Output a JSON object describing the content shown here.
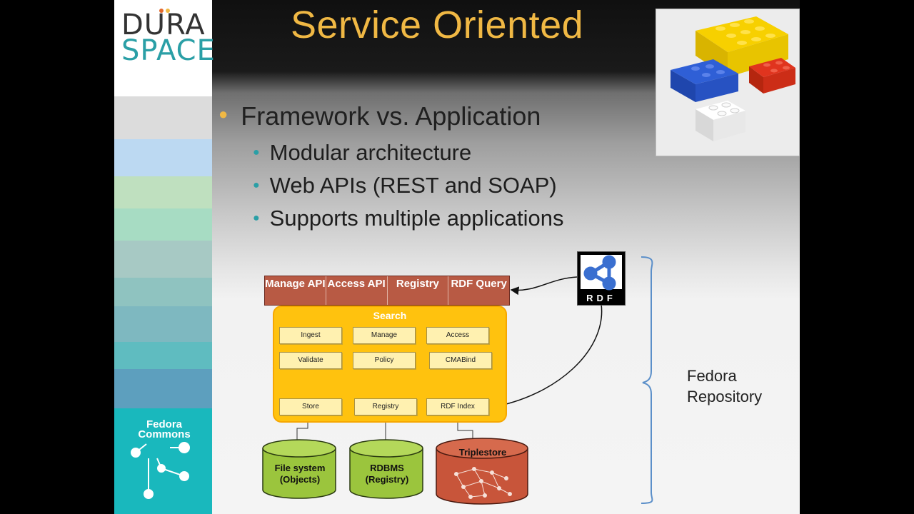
{
  "slide": {
    "title": "Service Oriented",
    "bullet_main": "Framework vs. Application",
    "bullets": [
      "Modular architecture",
      "Web APIs (REST and SOAP)",
      "Supports multiple applications"
    ]
  },
  "logos": {
    "dura": "DURA",
    "space": "SPACE",
    "fedora_commons": "Fedora Commons",
    "rdf": "RDF"
  },
  "diagram": {
    "apis": [
      "Manage API",
      "Access API",
      "Registry",
      "RDF Query"
    ],
    "search_label": "Search",
    "modules_row1": [
      "Ingest",
      "Manage",
      "Access"
    ],
    "modules_row2": [
      "Validate",
      "Policy",
      "CMABind"
    ],
    "modules_row3": [
      "Store",
      "Registry",
      "RDF Index"
    ],
    "stores": [
      {
        "line1": "File system",
        "line2": "(Objects)"
      },
      {
        "line1": "RDBMS",
        "line2": "(Registry)"
      },
      {
        "line1": "Triplestore",
        "line2": ""
      }
    ],
    "bracket_label_line1": "Fedora",
    "bracket_label_line2": "Repository"
  },
  "colors": {
    "title": "#f0b844",
    "api_bar": "#b85a44",
    "core": "#ffc20e",
    "store_green": "#9bc53d",
    "store_red": "#c8553a",
    "teal": "#2a9fa6"
  }
}
